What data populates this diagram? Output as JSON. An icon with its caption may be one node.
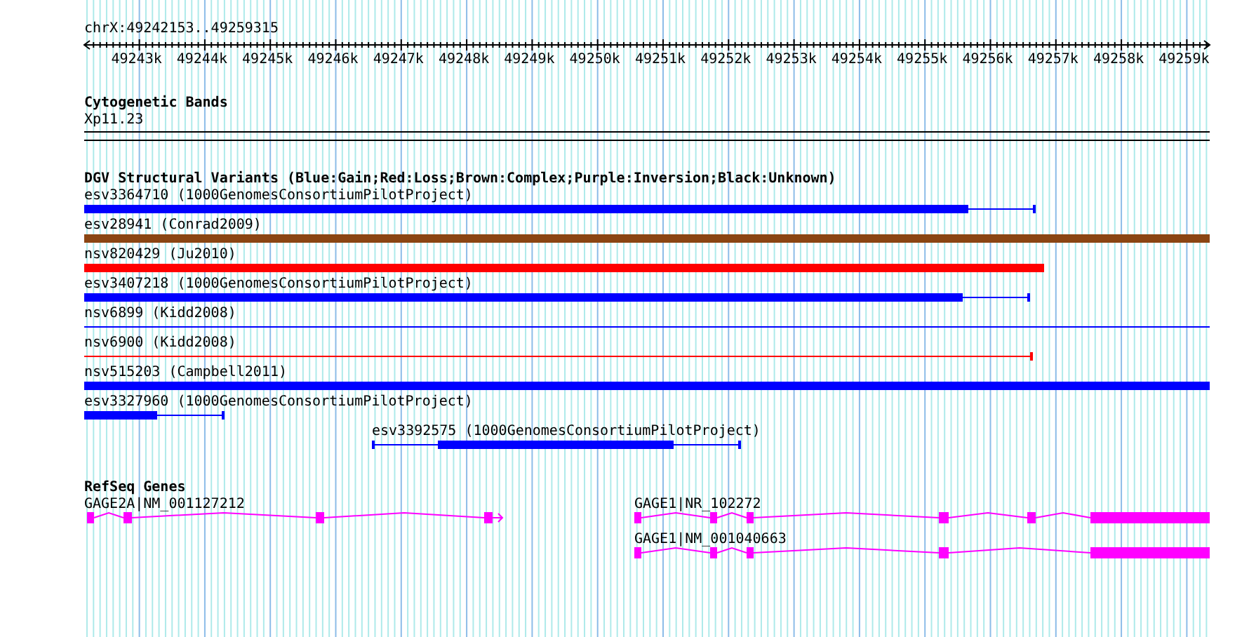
{
  "diagram": {
    "title": "chrX:49242153..49259315",
    "nodes": [
      {
        "text": [
          "esv3364710 (1000GenomesConsortiumPilotProject)"
        ]
      },
      {
        "text": [
          "esv28941 (Conrad2009)"
        ]
      },
      {
        "text": [
          "nsv820429 (Ju2010)"
        ]
      },
      {
        "text": [
          "esv3407218 (1000GenomesConsortiumPilotProject)"
        ]
      },
      {
        "text": [
          "nsv6899 (Kidd2008)"
        ]
      },
      {
        "text": [
          "nsv6900 (Kidd2008)"
        ]
      },
      {
        "text": [
          "nsv515203 (Campbell2011)"
        ]
      },
      {
        "text": [
          "esv3327960 (1000GenomesConsortiumPilotProject)"
        ]
      },
      {
        "text": [
          "esv3392575 (1000GenomesConsortiumPilotProject)"
        ]
      },
      {
        "text": [
          "GAGE2A|NM_001127212"
        ]
      },
      {
        "text": [
          "GAGE1|NR_102272"
        ]
      },
      {
        "text": [
          "GAGE1|NM_001040663"
        ]
      }
    ],
    "labels": [
      "49243k",
      "49244k",
      "49245k",
      "49246k",
      "49247k",
      "49248k",
      "49249k",
      "49250k",
      "49251k",
      "49252k",
      "49253k",
      "49254k",
      "49255k",
      "49256k",
      "49257k",
      "49258k",
      "49259k",
      "Cytogenetic Bands",
      "Xp11.23",
      "DGV Structural Variants (Blue:Gain;Red:Loss;Brown:Complex;Purple:Inversion;Black:Unknown)",
      "RefSeq Genes"
    ]
  }
}
